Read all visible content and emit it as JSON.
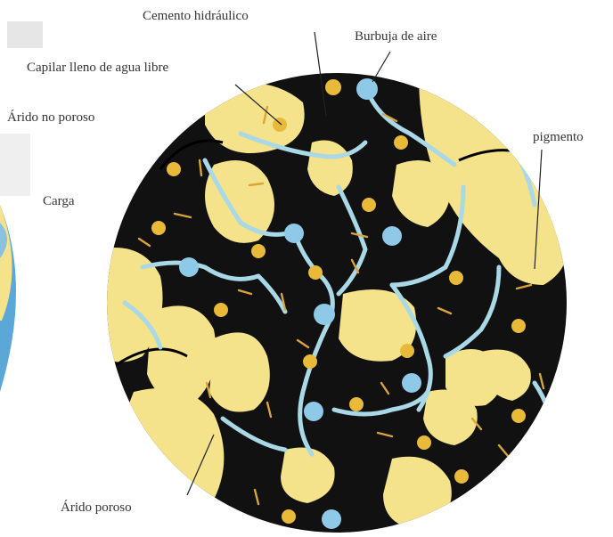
{
  "labels": {
    "cemento": "Cemento hidráulico",
    "burbuja": "Burbuja de aire",
    "capilar": "Capilar lleno de agua libre",
    "arido_no_poroso": "Árido no poroso",
    "pigmento": "pigmento",
    "carga": "Carga",
    "arido_poroso": "Árido poroso"
  },
  "colors": {
    "matrix": "#111111",
    "aggregate": "#f4e38a",
    "capillary": "#a9d8e6",
    "air_bubble": "#8fc9e8",
    "pigment": "#e9b93a",
    "filler_needle": "#d9a53a"
  }
}
